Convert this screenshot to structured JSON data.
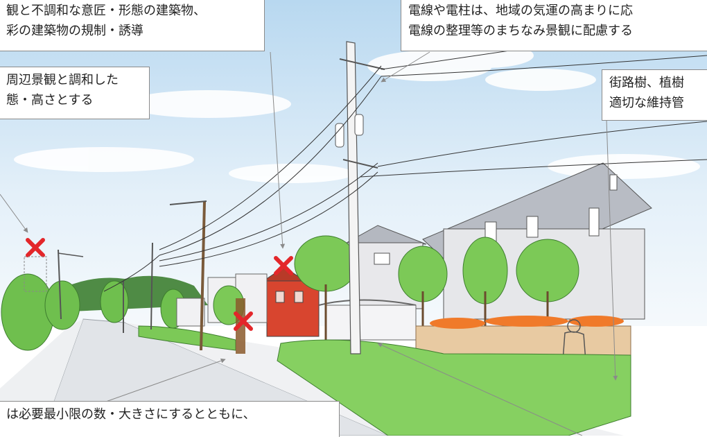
{
  "callouts": {
    "design": {
      "lines": [
        "観と不調和な意匠・形態の建築物、",
        "彩の建築物の規制・誘導"
      ]
    },
    "height": {
      "lines": [
        "周辺景観と調和した",
        "態・高さとする"
      ]
    },
    "wires": {
      "lines": [
        "電線や電柱は、地域の気運の高まりに応",
        "電線の整理等のまちなみ景観に配慮する"
      ]
    },
    "trees": {
      "lines": [
        "街路樹、植樹",
        "適切な維持管"
      ]
    },
    "signs": {
      "lines": [
        "は必要最小限の数・大きさにするとともに、"
      ]
    }
  },
  "colors": {
    "sky": "#cfe5f5",
    "cloud": "#ffffff",
    "mountain": "#4e8a45",
    "road": "#dfe2e6",
    "grass": "#84cf5c",
    "tree": "#6bbf4a",
    "house_gray": "#c9ccd3",
    "house_red": "#d8452f",
    "wall_tan": "#e6c9a3",
    "flowers": "#f07a2a",
    "mark_red": "#e3262a",
    "arrow": "#8a8a8a"
  }
}
